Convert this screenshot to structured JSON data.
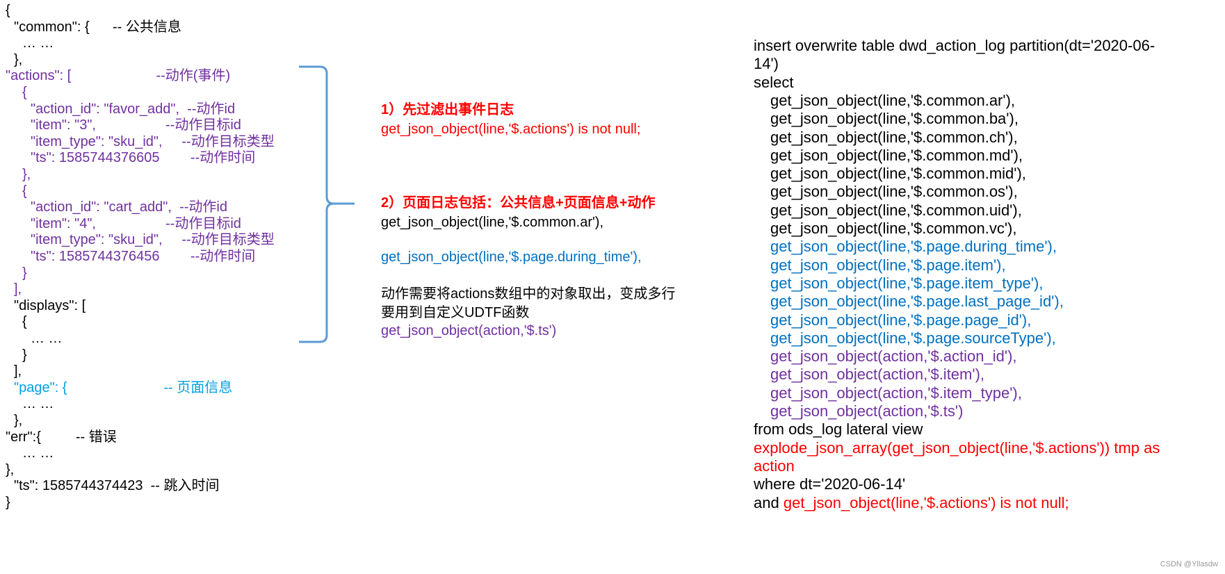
{
  "json_sample": {
    "lines": [
      {
        "text": "{",
        "indent": 0,
        "color": "black"
      },
      {
        "text": "\"common\": {      -- 公共信息",
        "indent": 1,
        "color": "black"
      },
      {
        "text": "… …",
        "indent": 2,
        "color": "black"
      },
      {
        "text": "},",
        "indent": 1,
        "color": "black"
      },
      {
        "text": "\"actions\": [                      --动作(事件)",
        "indent": 0,
        "color": "purple"
      },
      {
        "text": "{",
        "indent": 2,
        "color": "purple"
      },
      {
        "text": "\"action_id\": \"favor_add\",  --动作id",
        "indent": 3,
        "color": "purple"
      },
      {
        "text": "\"item\": \"3\",                  --动作目标id",
        "indent": 3,
        "color": "purple"
      },
      {
        "text": "\"item_type\": \"sku_id\",     --动作目标类型",
        "indent": 3,
        "color": "purple"
      },
      {
        "text": "\"ts\": 1585744376605        --动作时间",
        "indent": 3,
        "color": "purple"
      },
      {
        "text": "},",
        "indent": 2,
        "color": "purple"
      },
      {
        "text": "{",
        "indent": 2,
        "color": "purple"
      },
      {
        "text": "\"action_id\": \"cart_add\",  --动作id",
        "indent": 3,
        "color": "purple"
      },
      {
        "text": "\"item\": \"4\",                  --动作目标id",
        "indent": 3,
        "color": "purple"
      },
      {
        "text": "\"item_type\": \"sku_id\",     --动作目标类型",
        "indent": 3,
        "color": "purple"
      },
      {
        "text": "\"ts\": 1585744376456        --动作时间",
        "indent": 3,
        "color": "purple"
      },
      {
        "text": "}",
        "indent": 2,
        "color": "purple"
      },
      {
        "text": "],",
        "indent": 1,
        "color": "purple"
      },
      {
        "text": "\"displays\": [",
        "indent": 1,
        "color": "black"
      },
      {
        "text": "{",
        "indent": 2,
        "color": "black"
      },
      {
        "text": "… …",
        "indent": 3,
        "color": "black"
      },
      {
        "text": "}",
        "indent": 2,
        "color": "black"
      },
      {
        "text": "],",
        "indent": 1,
        "color": "black"
      },
      {
        "text": "\"page\": {                         -- 页面信息",
        "indent": 1,
        "color": "cyan"
      },
      {
        "text": "… …",
        "indent": 2,
        "color": "black"
      },
      {
        "text": "},",
        "indent": 1,
        "color": "black"
      },
      {
        "text": "\"err\":{         -- 错误",
        "indent": 0,
        "color": "black"
      },
      {
        "text": "… …",
        "indent": 2,
        "color": "black"
      },
      {
        "text": "},",
        "indent": 0,
        "color": "black"
      },
      {
        "text": "\"ts\": 1585744374423  -- 跳入时间",
        "indent": 1,
        "color": "black"
      },
      {
        "text": "}",
        "indent": 0,
        "color": "black"
      }
    ]
  },
  "notes": {
    "step1_heading": "1）先过滤出事件日志",
    "step1_code": "get_json_object(line,'$.actions') is not null;",
    "step2_heading": "2）页面日志包括：公共信息+页面信息+动作",
    "step2_code_common": "get_json_object(line,'$.common.ar'),",
    "step2_code_page": "get_json_object(line,'$.page.during_time'),",
    "step2_desc_line1": "动作需要将actions数组中的对象取出，变成多行",
    "step2_desc_line2": "要用到自定义UDTF函数",
    "step2_code_action": "get_json_object(action,'$.ts')"
  },
  "sql": {
    "lines": [
      {
        "text": "insert overwrite table dwd_action_log partition(dt='2020-06-",
        "indent": 0,
        "color": "black"
      },
      {
        "text": "14')",
        "indent": 0,
        "color": "black"
      },
      {
        "text": "select",
        "indent": 0,
        "color": "black"
      },
      {
        "text": "get_json_object(line,'$.common.ar'),",
        "indent": 1,
        "color": "black"
      },
      {
        "text": "get_json_object(line,'$.common.ba'),",
        "indent": 1,
        "color": "black"
      },
      {
        "text": "get_json_object(line,'$.common.ch'),",
        "indent": 1,
        "color": "black"
      },
      {
        "text": "get_json_object(line,'$.common.md'),",
        "indent": 1,
        "color": "black"
      },
      {
        "text": "get_json_object(line,'$.common.mid'),",
        "indent": 1,
        "color": "black"
      },
      {
        "text": "get_json_object(line,'$.common.os'),",
        "indent": 1,
        "color": "black"
      },
      {
        "text": "get_json_object(line,'$.common.uid'),",
        "indent": 1,
        "color": "black"
      },
      {
        "text": "get_json_object(line,'$.common.vc'),",
        "indent": 1,
        "color": "black"
      },
      {
        "text": "get_json_object(line,'$.page.during_time'),",
        "indent": 1,
        "color": "blue"
      },
      {
        "text": "get_json_object(line,'$.page.item'),",
        "indent": 1,
        "color": "blue"
      },
      {
        "text": "get_json_object(line,'$.page.item_type'),",
        "indent": 1,
        "color": "blue"
      },
      {
        "text": "get_json_object(line,'$.page.last_page_id'),",
        "indent": 1,
        "color": "blue"
      },
      {
        "text": "get_json_object(line,'$.page.page_id'),",
        "indent": 1,
        "color": "blue"
      },
      {
        "text": "get_json_object(line,'$.page.sourceType'),",
        "indent": 1,
        "color": "blue"
      },
      {
        "text": "get_json_object(action,'$.action_id'),",
        "indent": 1,
        "color": "purple"
      },
      {
        "text": "get_json_object(action,'$.item'),",
        "indent": 1,
        "color": "purple"
      },
      {
        "text": "get_json_object(action,'$.item_type'),",
        "indent": 1,
        "color": "purple"
      },
      {
        "text": "get_json_object(action,'$.ts')",
        "indent": 1,
        "color": "purple"
      },
      {
        "text": "from ods_log lateral view",
        "indent": 0,
        "color": "black"
      },
      {
        "text": "explode_json_array(get_json_object(line,'$.actions')) tmp as",
        "indent": 0,
        "color": "red"
      },
      {
        "text": "action",
        "indent": 0,
        "color": "red"
      },
      {
        "text": "where dt='2020-06-14'",
        "indent": 0,
        "color": "black"
      },
      {
        "text": "and ",
        "indent": 0,
        "color": "black",
        "tail": "get_json_object(line,'$.actions') is not null;",
        "tail_color": "red"
      }
    ]
  },
  "watermark": "CSDN @Yllasdw",
  "colors": {
    "black": "#000000",
    "purple": "#7030a0",
    "cyan": "#00a0e0",
    "blue": "#0070c0",
    "red": "#ff0000",
    "brace": "#5b9bd5"
  }
}
